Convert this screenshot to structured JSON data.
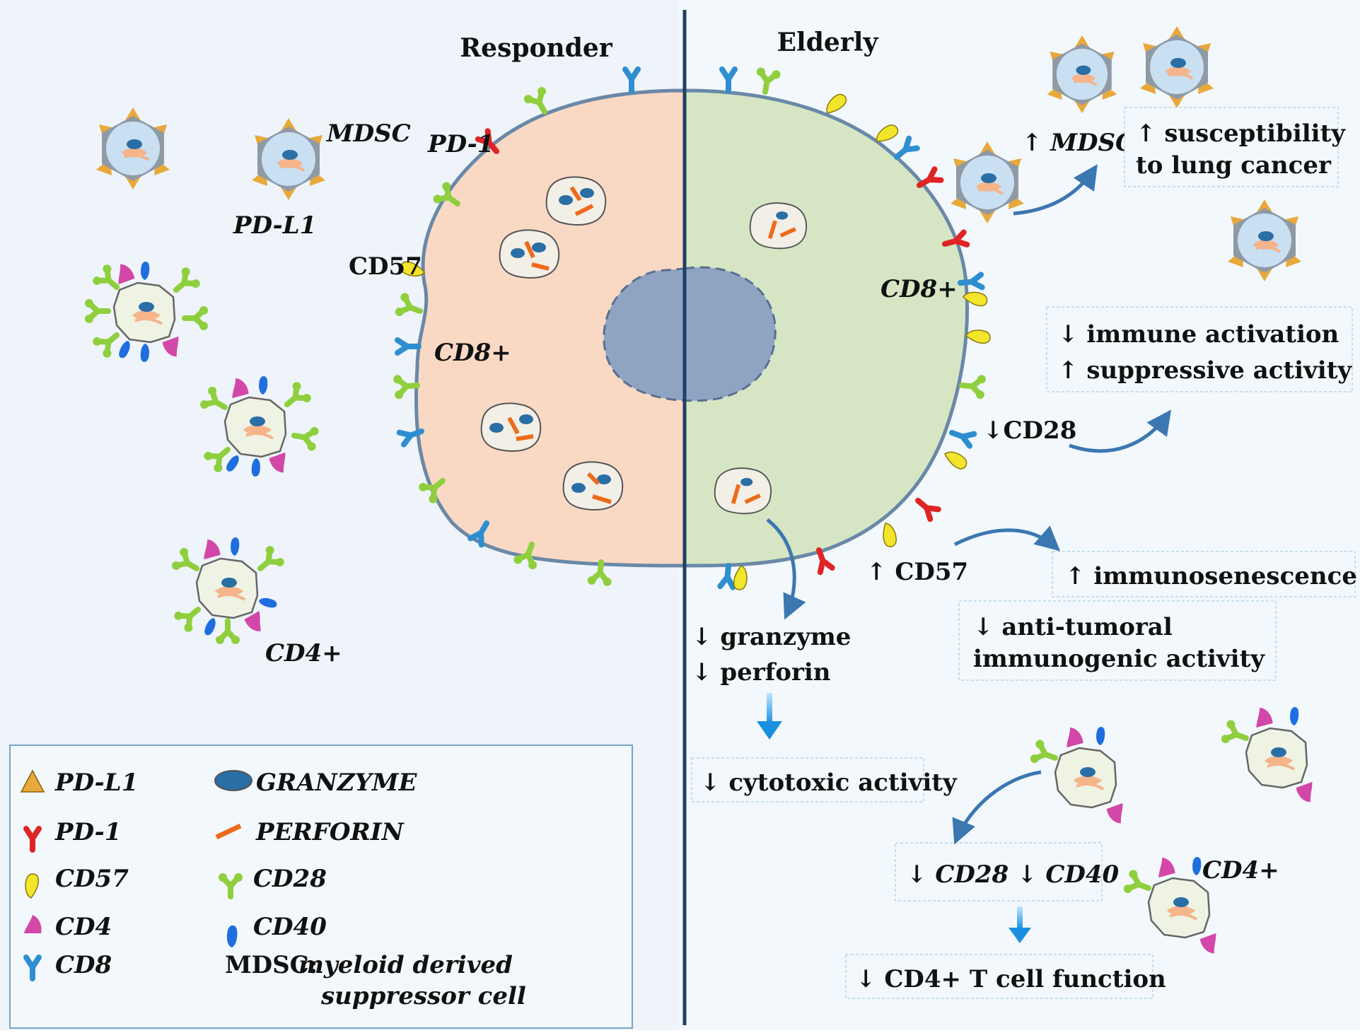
{
  "titles": {
    "left": "Responder",
    "right": "Elderly"
  },
  "left_labels": {
    "mdsc": "MDSC",
    "pd1": "PD-1",
    "pdl1": "PD-L1",
    "cd57": "CD57",
    "cd8": "CD8+",
    "cd4": "CD4+"
  },
  "right_labels": {
    "cd8": "CD8+",
    "mdsc": "↑ MDSC",
    "cd28": "↓CD28",
    "cd57": "↑ CD57",
    "cd4": "CD4+"
  },
  "boxes": {
    "lung_1": "↑ susceptibility",
    "lung_2": "to lung cancer",
    "immune_1": "↓ immune activation",
    "immune_2": "↑ suppressive activity",
    "senescence": "↑ immunosenescence",
    "antitumor_1": "↓  anti-tumoral",
    "antitumor_2": "immunogenic activity",
    "granzyme": "↓ granzyme",
    "perforin": "↓ perforin",
    "cytotoxic": "↓ cytotoxic activity",
    "cd28cd40": "↓ CD28 ↓ CD40",
    "cd4func": "↓ CD4+ T cell function"
  },
  "legend": {
    "pdl1": "PD-L1",
    "pd1": "PD-1",
    "cd57": "CD57",
    "cd4": "CD4",
    "cd8": "CD8",
    "granzyme": "GRANZYME",
    "perforin": "PERFORIN",
    "cd28": "CD28",
    "cd40": "CD40",
    "mdsc_prefix": "MDSC:",
    "mdsc_1": "myeloid derived",
    "mdsc_2": "suppressor cell"
  },
  "colors": {
    "left_bg": "#eef4f9",
    "right_bg": "#f3f8fc",
    "divider": "#1f3f66",
    "responder_cell": "#f9d9c4",
    "elderly_cell": "#d6e6c4",
    "nucleus": "#8fa3c3",
    "pdl1": "#e8a93a",
    "pd1": "#e02424",
    "cd57": "#f3e52a",
    "cd4": "#d347a8",
    "cd8": "#2d8fd0",
    "cd28": "#8fcf3e",
    "cd40": "#1f6ee0",
    "granzyme": "#2a6ea6",
    "perforin": "#ee6a1c",
    "arrow": "#3b77b1"
  }
}
